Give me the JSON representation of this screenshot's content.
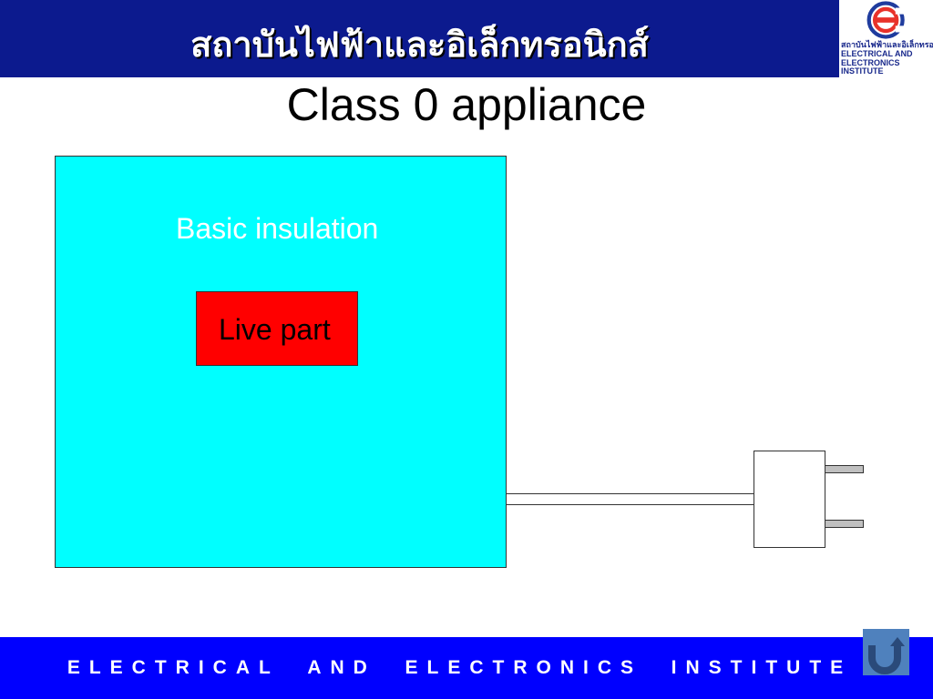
{
  "header": {
    "title": "สถาบันไฟฟ้าและอิเล็กทรอนิกส์",
    "logo_text_thai": "สถาบันไฟฟ้าและอิเล็กทรอนิกส์",
    "logo_text_en": "ELECTRICAL AND ELECTRONICS INSTITUTE"
  },
  "slide": {
    "title": "Class 0 appliance",
    "insulation_label": "Basic insulation",
    "live_part_label": "Live part"
  },
  "colors": {
    "header": "#0c1a8e",
    "footer": "#0000ff",
    "insulation": "#00ffff",
    "live_part": "#ff0000"
  },
  "footer": {
    "text": "ELECTRICAL  AND  ELECTRONICS  INSTITUTE",
    "back_icon": "u-turn-arrow-icon"
  }
}
